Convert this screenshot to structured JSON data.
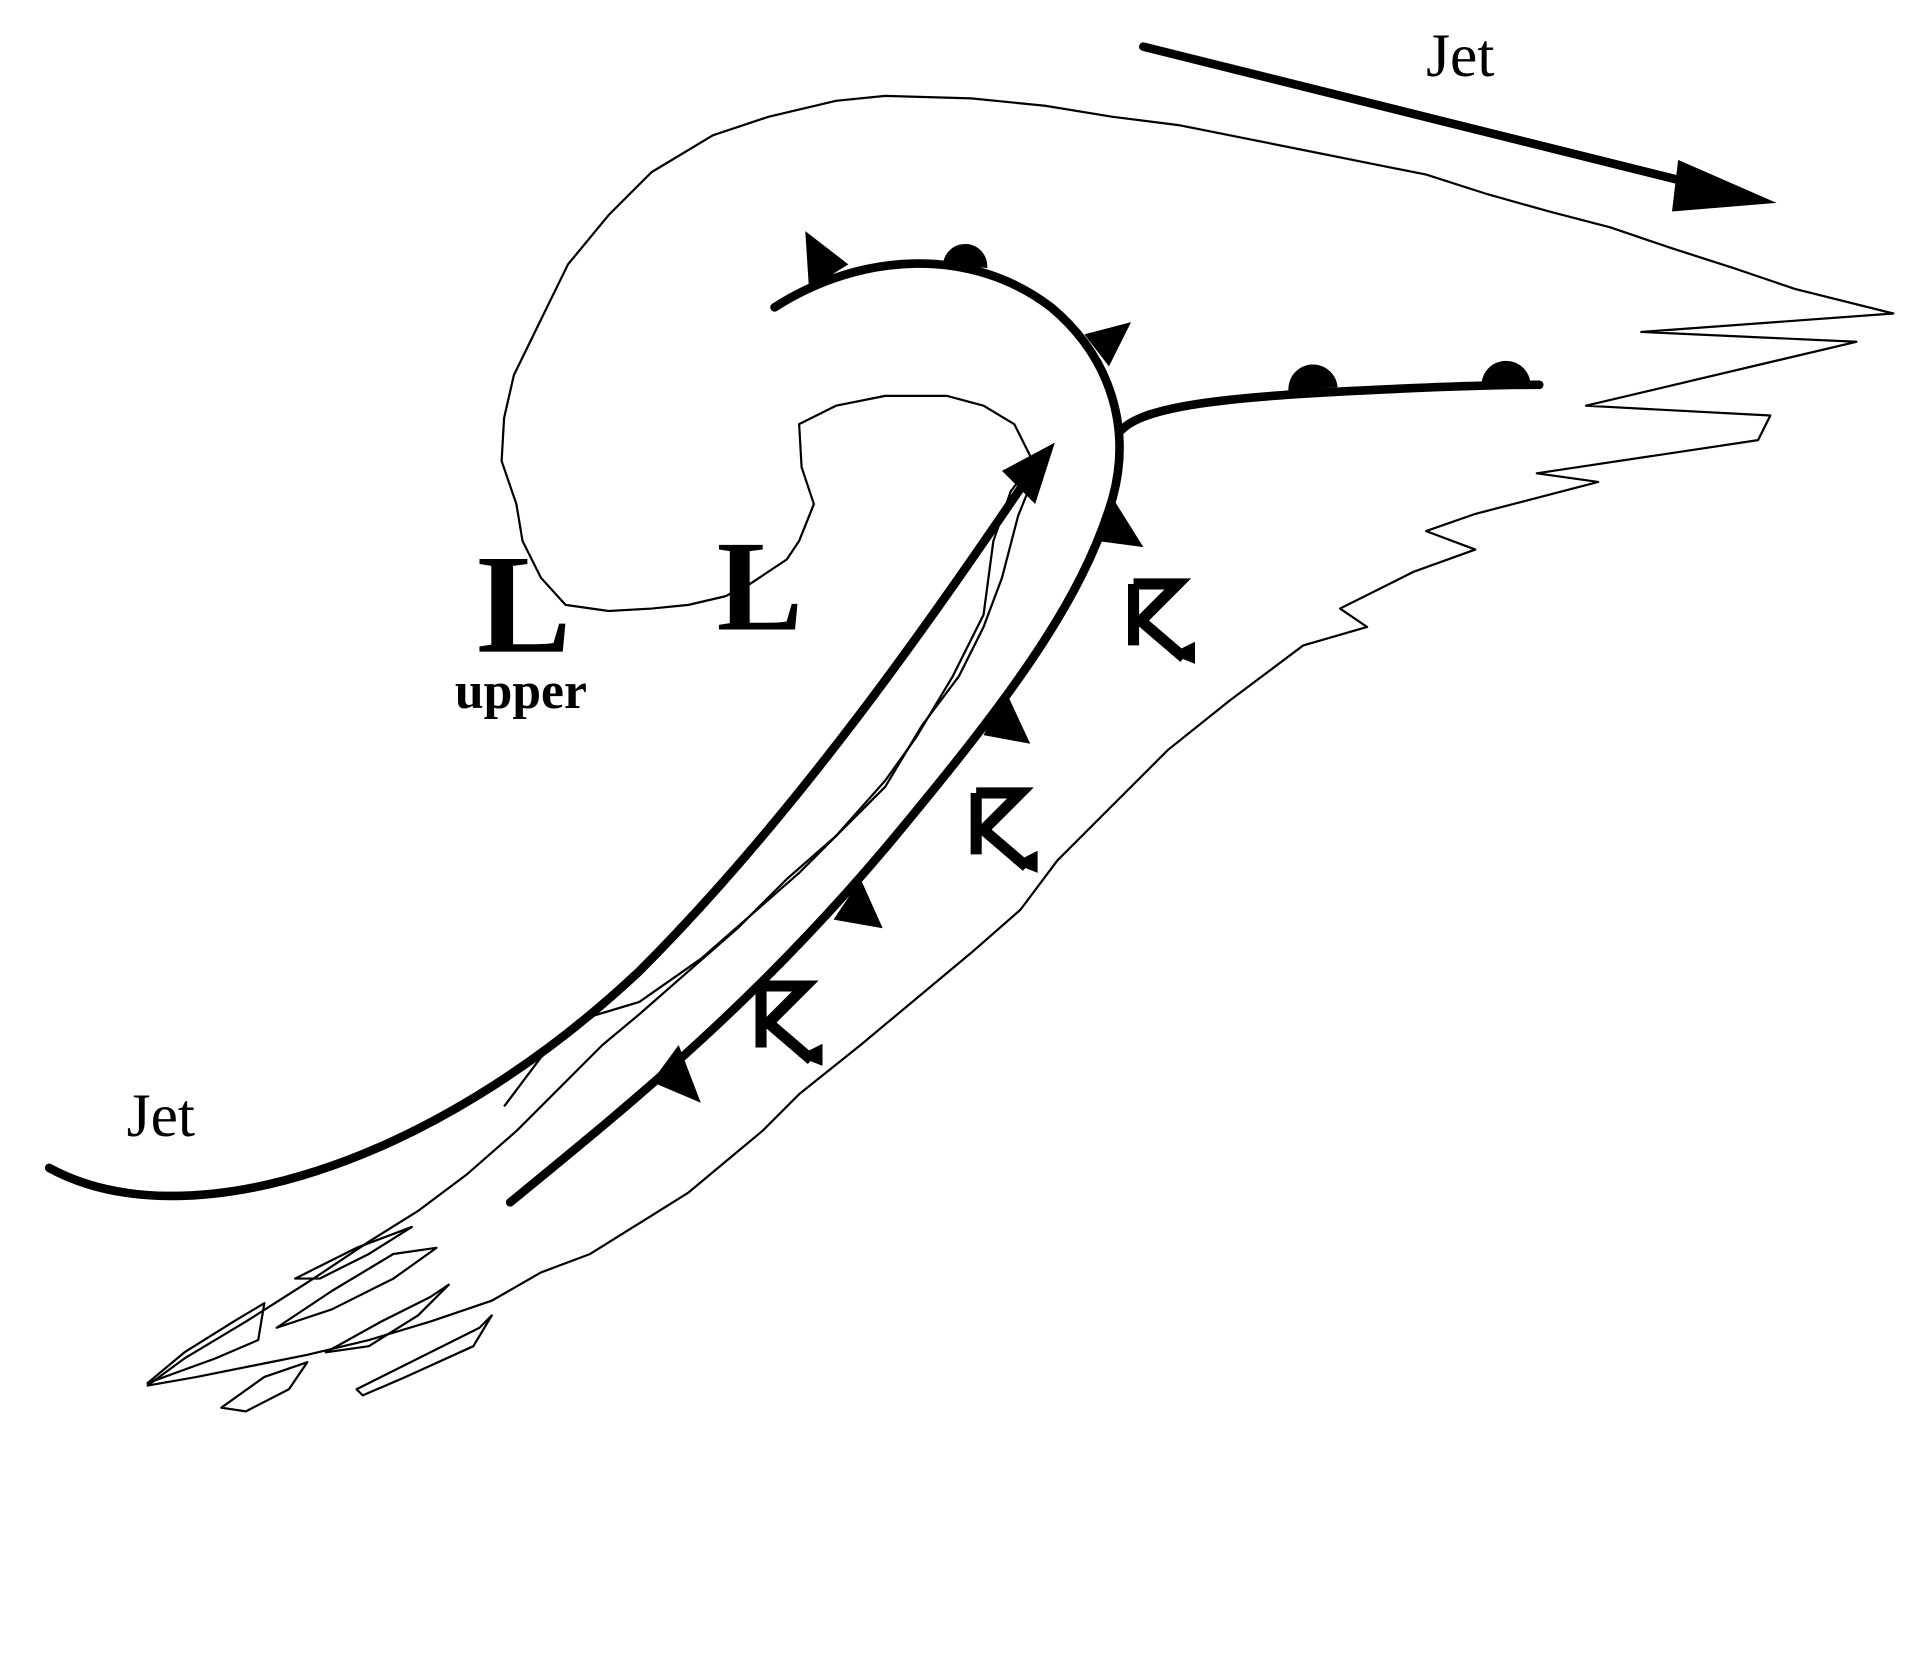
{
  "labels": {
    "jet_top": "Jet",
    "jet_left": "Jet",
    "low_upper": "L",
    "upper": "upper",
    "low_surface": "L"
  },
  "colors": {
    "ink": "#000000",
    "background": "#ffffff"
  }
}
